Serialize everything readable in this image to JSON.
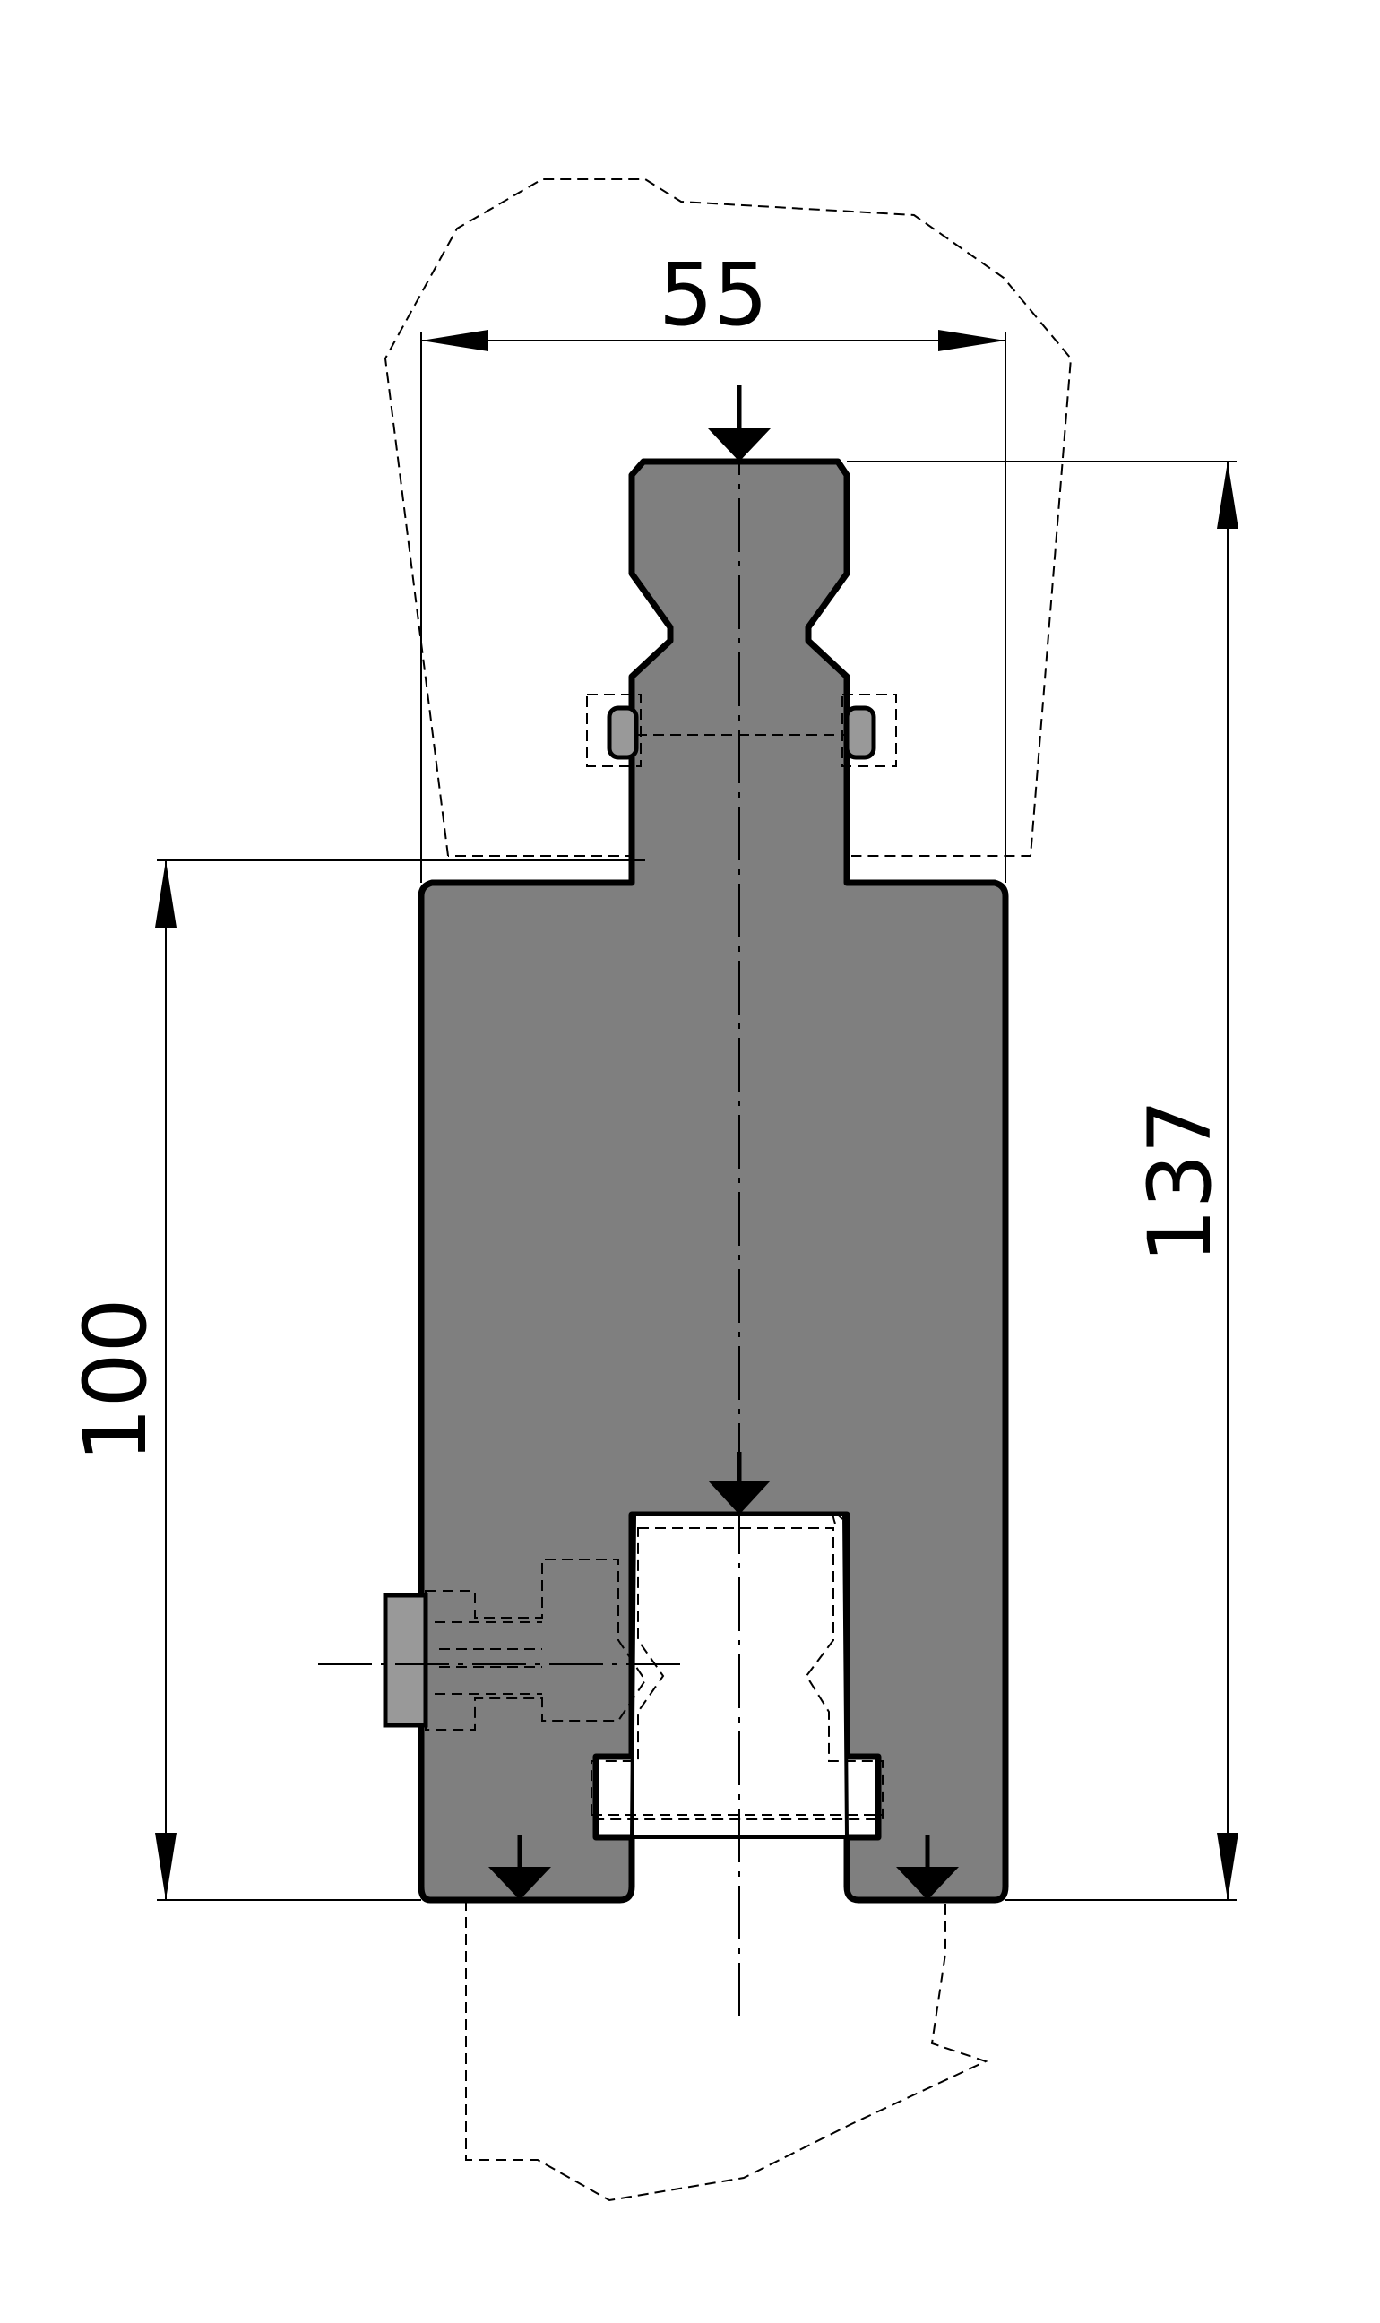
{
  "dimensions": {
    "width": "55",
    "total_height": "137",
    "lower_height": "100"
  },
  "colors": {
    "tool_body": "#7f7f7f",
    "line": "#000000",
    "background": "#ffffff"
  }
}
